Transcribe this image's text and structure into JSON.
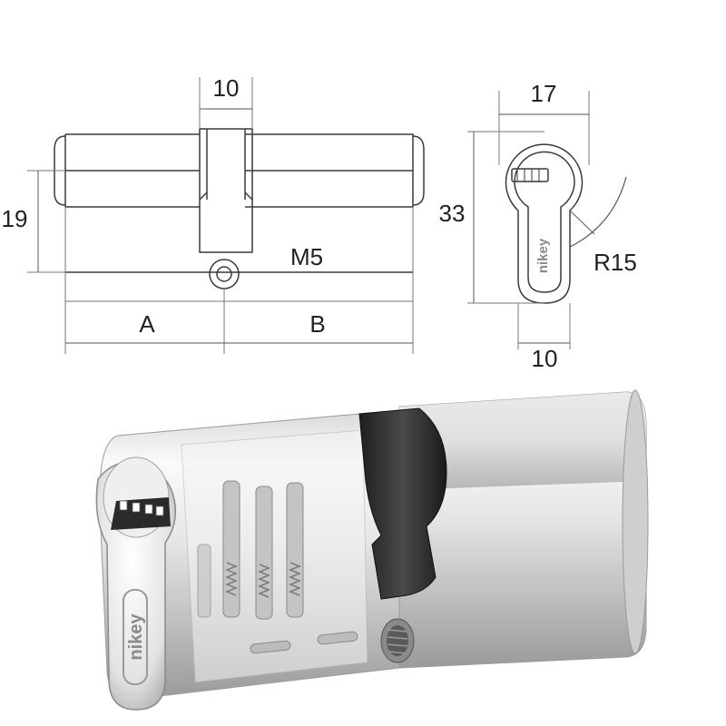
{
  "front_view": {
    "width_label": "10",
    "height_label": "19",
    "thread_label": "M5",
    "left_length_label": "A",
    "right_length_label": "B"
  },
  "side_view": {
    "width_top_label": "17",
    "height_label": "33",
    "radius_label": "R15",
    "width_bottom_label": "10"
  },
  "product": {
    "brand_logo_text": "nikey"
  },
  "colors": {
    "line": "#3a3a3a",
    "dim_line": "#555555",
    "steel_light": "#f2f2f2",
    "steel_mid": "#c9c9c9",
    "steel_dark": "#8c8c8c",
    "cam": "#2b2b2b",
    "brass_pin": "#bdbdbd"
  }
}
